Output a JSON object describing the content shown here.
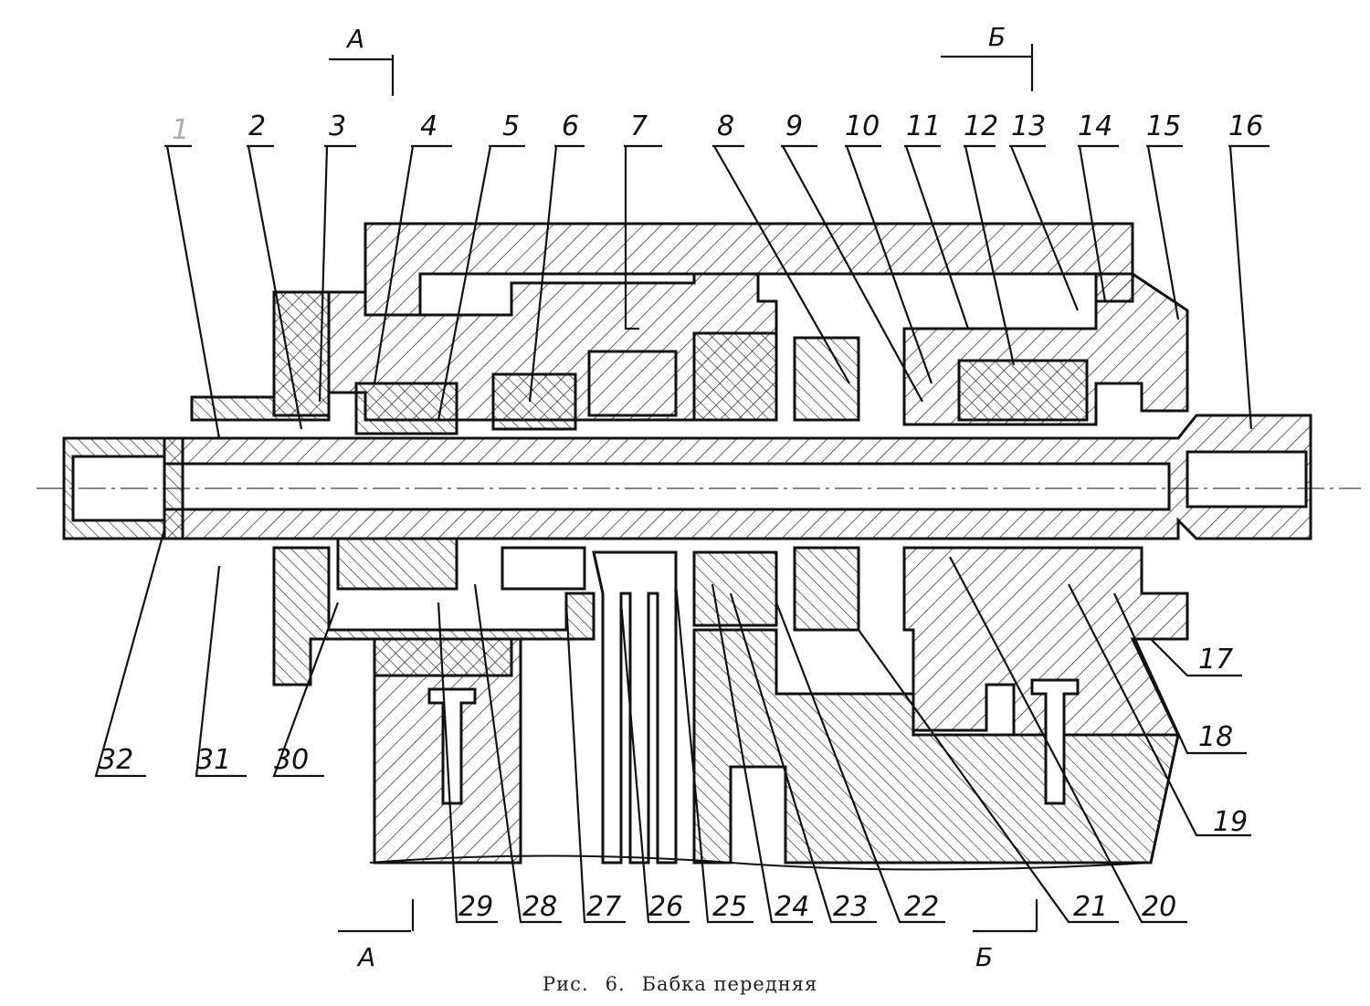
{
  "caption": {
    "prefix": "Рис.",
    "number": "6.",
    "title": "Бабка передняя"
  },
  "sections": {
    "a_top": "А",
    "a_bottom": "А",
    "b_top": "Б",
    "b_bottom": "Б"
  },
  "labels": [
    "1",
    "2",
    "3",
    "4",
    "5",
    "6",
    "7",
    "8",
    "9",
    "10",
    "11",
    "12",
    "13",
    "14",
    "15",
    "16",
    "17",
    "18",
    "19",
    "20",
    "21",
    "22",
    "23",
    "24",
    "25",
    "26",
    "27",
    "28",
    "29",
    "30",
    "31",
    "32"
  ]
}
